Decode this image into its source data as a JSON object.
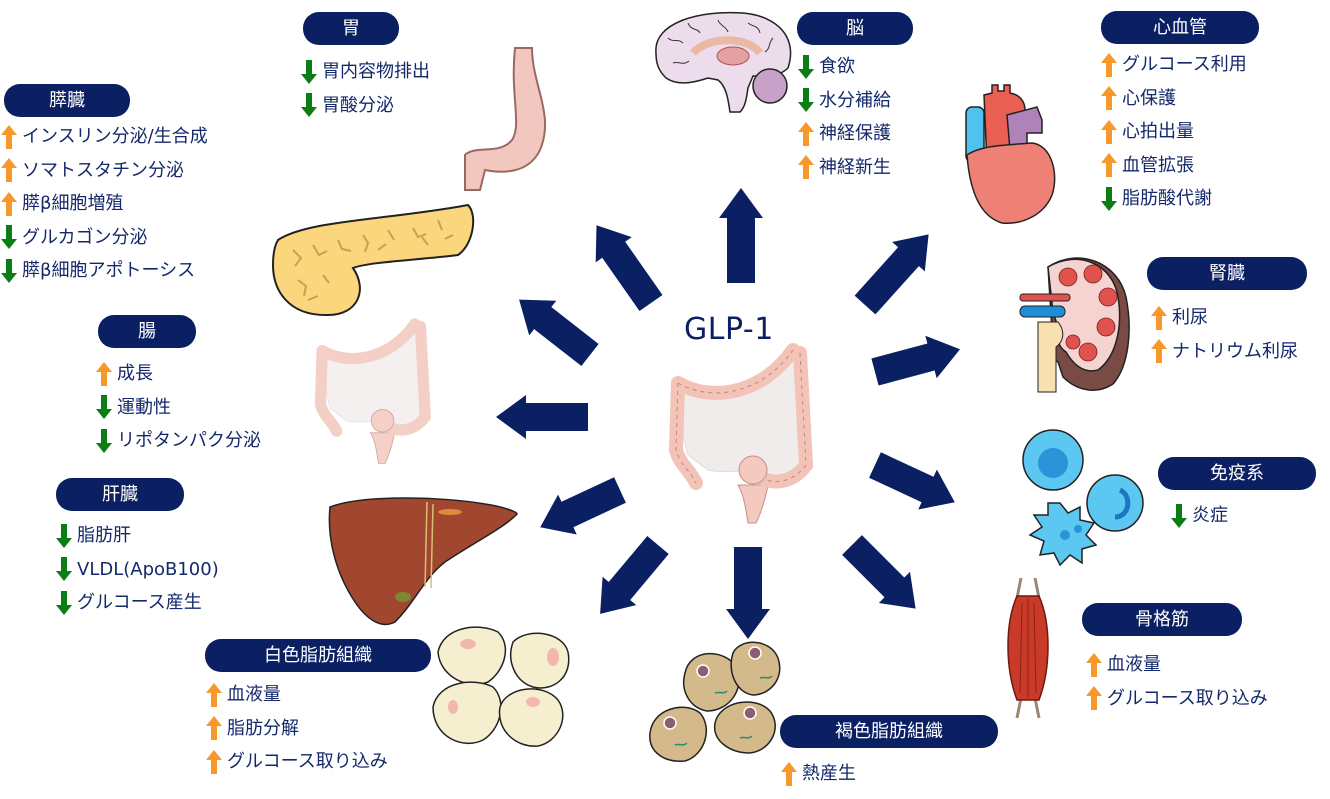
{
  "center": {
    "title": "GLP-1"
  },
  "colors": {
    "pill_bg": "#0b1f63",
    "arrow": "#0b1f63",
    "up": "#f7982a",
    "down": "#0a7d15",
    "text": "#14296b"
  },
  "legend_icons": {
    "up": "orange-up-arrow-icon (increase)",
    "down": "green-down-arrow-icon (decrease)"
  },
  "organs": [
    {
      "id": "pancreas",
      "label": "膵臓",
      "effects": [
        {
          "dir": "up",
          "text": "インスリン分泌/生合成"
        },
        {
          "dir": "up",
          "text": "ソマトスタチン分泌"
        },
        {
          "dir": "up",
          "text": "膵β細胞増殖"
        },
        {
          "dir": "down",
          "text": "グルカゴン分泌"
        },
        {
          "dir": "down",
          "text": "膵β細胞アポトーシス"
        }
      ]
    },
    {
      "id": "stomach",
      "label": "胃",
      "effects": [
        {
          "dir": "down",
          "text": "胃内容物排出"
        },
        {
          "dir": "down",
          "text": "胃酸分泌"
        }
      ]
    },
    {
      "id": "brain",
      "label": "脳",
      "effects": [
        {
          "dir": "down",
          "text": "食欲"
        },
        {
          "dir": "down",
          "text": "水分補給"
        },
        {
          "dir": "up",
          "text": "神経保護"
        },
        {
          "dir": "up",
          "text": "神経新生"
        }
      ]
    },
    {
      "id": "cardiovascular",
      "label": "心血管",
      "effects": [
        {
          "dir": "up",
          "text": "グルコース利用"
        },
        {
          "dir": "up",
          "text": "心保護"
        },
        {
          "dir": "up",
          "text": "心拍出量"
        },
        {
          "dir": "up",
          "text": "血管拡張"
        },
        {
          "dir": "down",
          "text": "脂肪酸代謝"
        }
      ]
    },
    {
      "id": "kidney",
      "label": "腎臓",
      "effects": [
        {
          "dir": "up",
          "text": "利尿"
        },
        {
          "dir": "up",
          "text": "ナトリウム利尿"
        }
      ]
    },
    {
      "id": "intestine",
      "label": "腸",
      "effects": [
        {
          "dir": "up",
          "text": "成長"
        },
        {
          "dir": "down",
          "text": "運動性"
        },
        {
          "dir": "down",
          "text": "リポタンパク分泌"
        }
      ]
    },
    {
      "id": "immune",
      "label": "免疫系",
      "effects": [
        {
          "dir": "down",
          "text": "炎症"
        }
      ]
    },
    {
      "id": "liver",
      "label": "肝臓",
      "effects": [
        {
          "dir": "down",
          "text": "脂肪肝"
        },
        {
          "dir": "down",
          "text": "VLDL(ApoB100)"
        },
        {
          "dir": "down",
          "text": "グルコース産生"
        }
      ]
    },
    {
      "id": "skeletal-muscle",
      "label": "骨格筋",
      "effects": [
        {
          "dir": "up",
          "text": "血液量"
        },
        {
          "dir": "up",
          "text": "グルコース取り込み"
        }
      ]
    },
    {
      "id": "white-adipose",
      "label": "白色脂肪組織",
      "effects": [
        {
          "dir": "up",
          "text": "血液量"
        },
        {
          "dir": "up",
          "text": "脂肪分解"
        },
        {
          "dir": "up",
          "text": "グルコース取り込み"
        }
      ]
    },
    {
      "id": "brown-adipose",
      "label": "褐色脂肪組織",
      "effects": [
        {
          "dir": "up",
          "text": "熱産生"
        }
      ]
    }
  ]
}
